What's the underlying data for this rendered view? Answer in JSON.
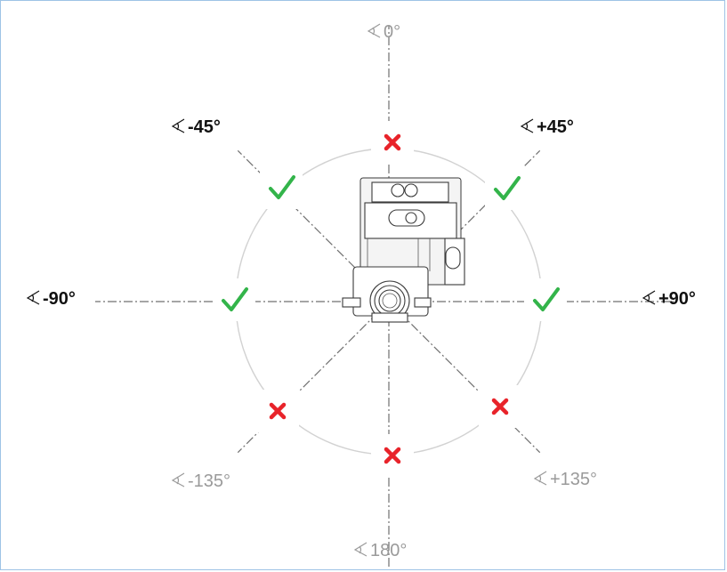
{
  "orientations": [
    {
      "label": "0°",
      "angle": 0,
      "allowed": false
    },
    {
      "label": "+45°",
      "angle": 45,
      "allowed": true
    },
    {
      "label": "+90°",
      "angle": 90,
      "allowed": true
    },
    {
      "label": "+135°",
      "angle": 135,
      "allowed": false
    },
    {
      "label": "180°",
      "angle": 180,
      "allowed": false
    },
    {
      "label": "-135°",
      "angle": -135,
      "allowed": false
    },
    {
      "label": "-90°",
      "angle": -90,
      "allowed": true
    },
    {
      "label": "-45°",
      "angle": -45,
      "allowed": true
    }
  ],
  "icons": {
    "angle": "angle-icon",
    "allowed": "check-icon",
    "not_allowed": "cross-icon",
    "device": "valve-body-icon"
  },
  "colors": {
    "allowed": "#33b44a",
    "not_allowed": "#e8232a",
    "label_allowed": "#111111",
    "label_not_allowed": "#9a9a9a",
    "frame_border": "#9ec3e6"
  }
}
